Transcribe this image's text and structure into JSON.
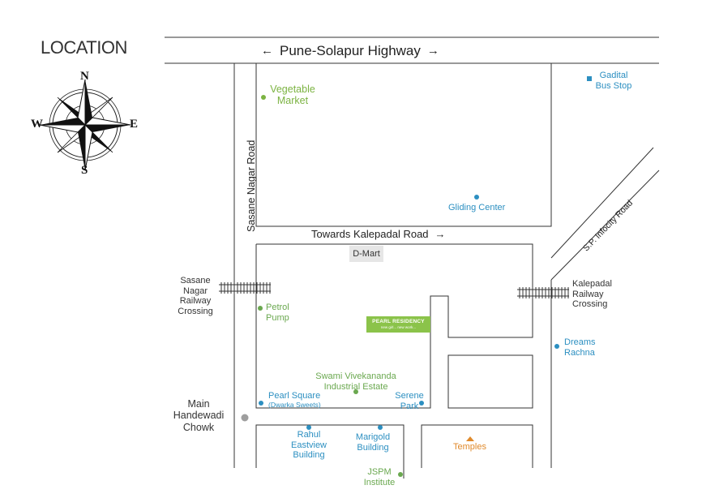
{
  "title": "LOCATION",
  "compass": {
    "n": "N",
    "s": "S",
    "e": "E",
    "w": "W"
  },
  "roads": {
    "highway": "Pune-Solapur Highway",
    "sasane": "Sasane Nagar Road",
    "kalepadal": "Towards Kalepadal Road",
    "sp_infocity": "S.P. Infocity Road"
  },
  "crossings": {
    "sasane": "Sasane Nagar\nRailway\nCrossing",
    "kalepadal": "Kalepadal\nRailway\nCrossing"
  },
  "landmarks": {
    "vegetable_market": "Vegetable\nMarket",
    "gadital": "Gadital\nBus Stop",
    "gliding": "Gliding Center",
    "dmart": "D-Mart",
    "petrol": "Petrol\nPump",
    "dreams": "Dreams\nRachna",
    "swami": "Swami Vivekananda\nIndustrial Estate",
    "pearl_square": "Pearl Square",
    "pearl_square_sub": "(Dwarka Sweets)",
    "serene": "Serene\nPark",
    "handewadi": "Main\nHandewadi\nChowk",
    "rahul": "Rahul\nEastview\nBuilding",
    "marigold": "Marigold\nBuilding",
    "temples": "Temples",
    "jspm": "JSPM\nInstitute"
  },
  "project": {
    "name": "PEARL RESIDENCY",
    "tagline": "new girl... new work..."
  },
  "colors": {
    "road_line": "#333333",
    "green": "#6aa84f",
    "project_green": "#8bc34a",
    "blue": "#2c8fc1",
    "orange": "#e08a2c",
    "grey_marker": "#9e9e9e",
    "dmart_bg": "#e6e6e6"
  },
  "icons": {
    "compass": "compass-rose-icon",
    "arrows": "arrow-icon",
    "railway": "railway-track-icon",
    "markers": "dot-marker-icon"
  }
}
